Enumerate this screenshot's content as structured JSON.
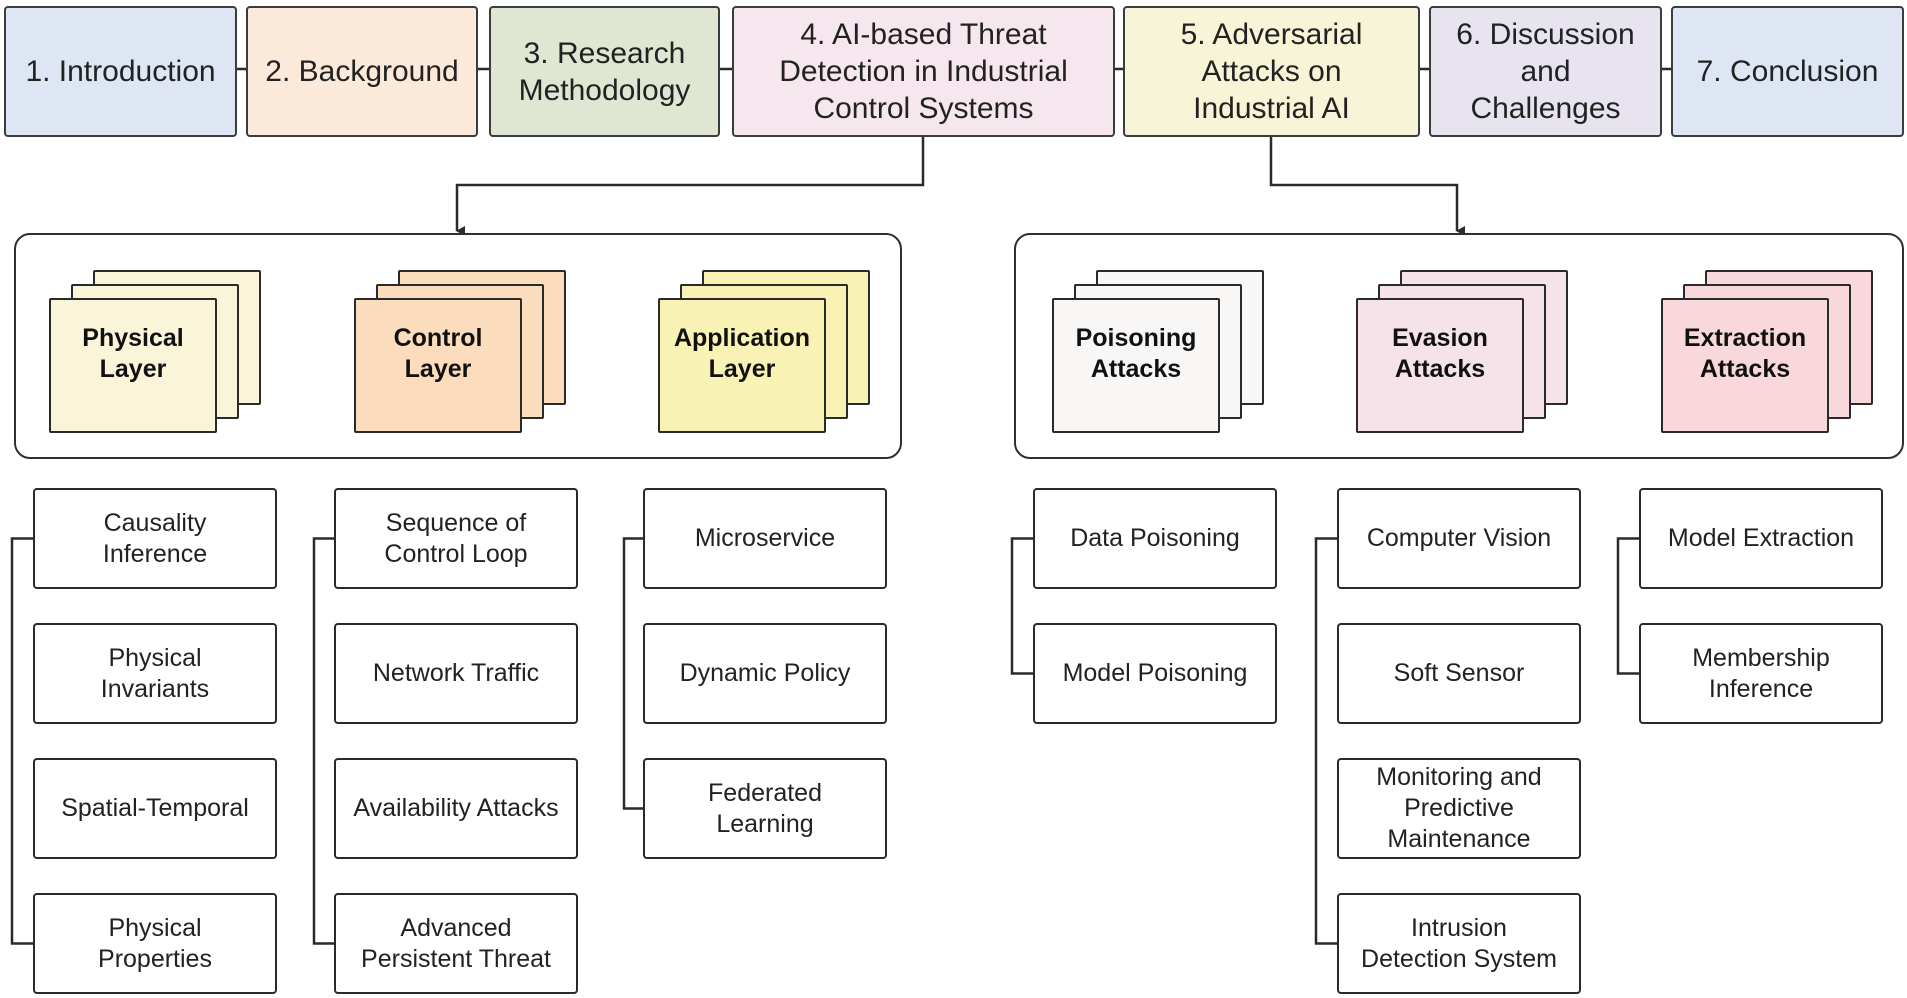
{
  "sections": [
    {
      "label": "1. Introduction",
      "color": "#dde6f2"
    },
    {
      "label": "2. Background",
      "color": "#fbe9da"
    },
    {
      "label": "3. Research\nMethodology",
      "color": "#dfe7d3"
    },
    {
      "label": "4. AI-based Threat\nDetection in Industrial\nControl Systems",
      "color": "#f6e6ee"
    },
    {
      "label": "5. Adversarial\nAttacks on\nIndustrial AI",
      "color": "#f8f4d7"
    },
    {
      "label": "6. Discussion\nand\nChallenges",
      "color": "#e7e3ef"
    },
    {
      "label": "7. Conclusion",
      "color": "#dde6f2"
    }
  ],
  "detection_group": {
    "categories": [
      {
        "label": "Physical\nLayer",
        "color": "#faf5d8",
        "items": [
          "Causality\nInference",
          "Physical\nInvariants",
          "Spatial-Temporal",
          "Physical\nProperties"
        ]
      },
      {
        "label": "Control\nLayer",
        "color": "#fbdcbd",
        "items": [
          "Sequence of\nControl Loop",
          "Network Traffic",
          "Availability Attacks",
          "Advanced\nPersistent Threat"
        ]
      },
      {
        "label": "Application\nLayer",
        "color": "#f8f2b4",
        "items": [
          "Microservice",
          "Dynamic Policy",
          "Federated\nLearning"
        ]
      }
    ]
  },
  "attacks_group": {
    "categories": [
      {
        "label": "Poisoning\nAttacks",
        "color": "#f9f6f6",
        "items": [
          "Data Poisoning",
          "Model Poisoning"
        ]
      },
      {
        "label": "Evasion\nAttacks",
        "color": "#f6e3ea",
        "items": [
          "Computer Vision",
          "Soft Sensor",
          "Monitoring and\nPredictive\nMaintenance",
          "Intrusion\nDetection System"
        ]
      },
      {
        "label": "Extraction\nAttacks",
        "color": "#f8d8da",
        "items": [
          "Model Extraction",
          "Membership\nInference"
        ]
      }
    ]
  }
}
